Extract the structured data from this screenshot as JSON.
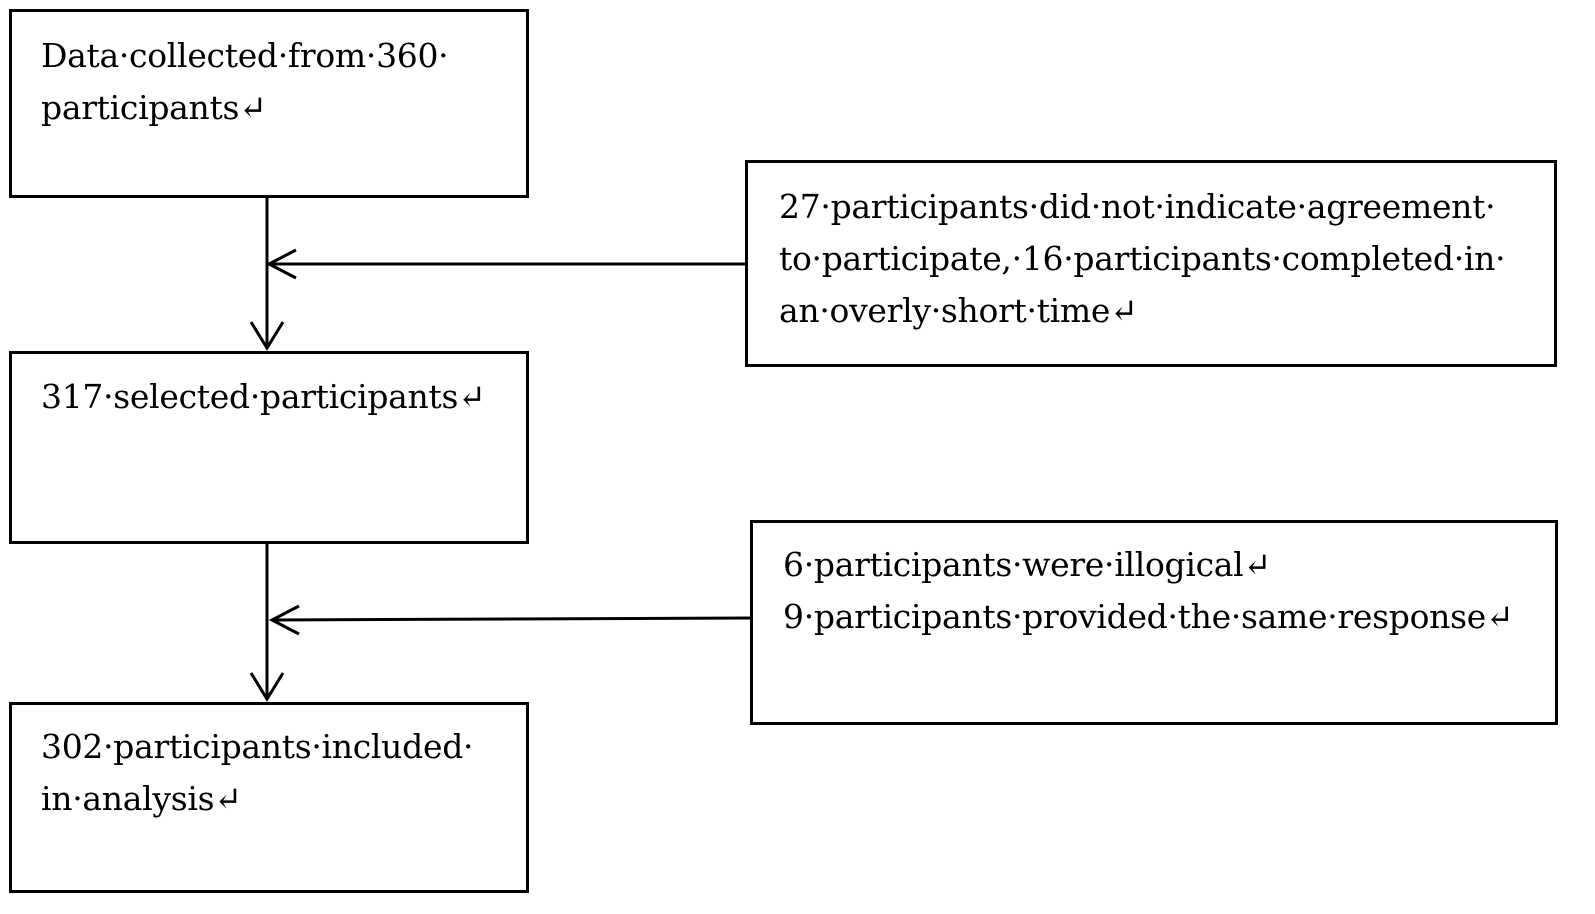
{
  "flow": {
    "step1": {
      "lines": [
        "Data·collected·from·360·",
        "participants↵"
      ]
    },
    "exclusion1": {
      "lines": [
        "27·participants·did·not·indicate·agreement·",
        "to·participate,·16·participants·completed·in·",
        "an·overly·short·time↵"
      ]
    },
    "step2": {
      "lines": [
        "317·selected·participants↵"
      ]
    },
    "exclusion2": {
      "lines": [
        "6·participants·were·illogical↵",
        "9·participants·provided·the·same·response↵"
      ]
    },
    "step3": {
      "lines": [
        "302·participants·included·",
        "in·analysis↵"
      ]
    }
  }
}
